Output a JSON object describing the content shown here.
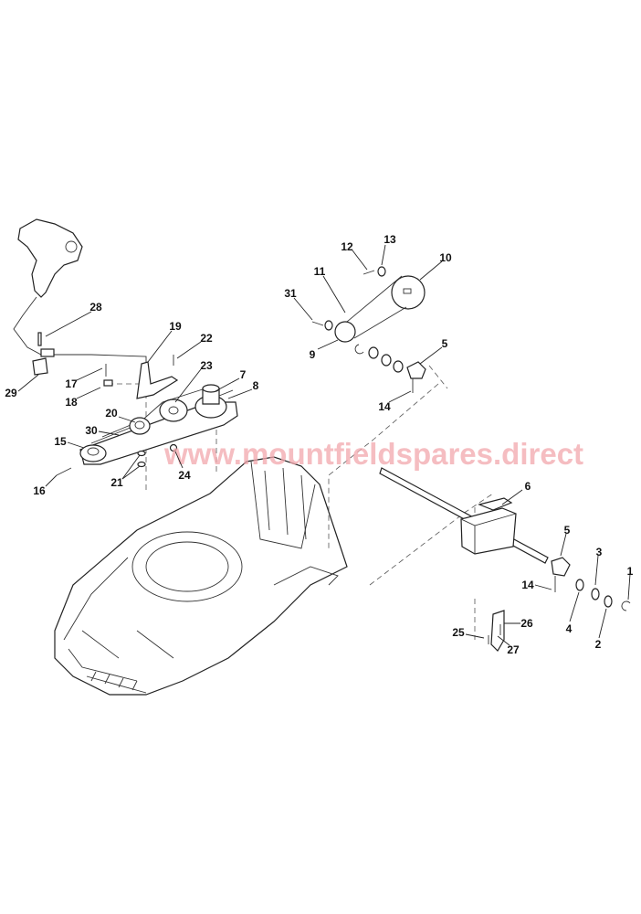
{
  "diagram": {
    "watermark": "www.mountfieldspares.direct",
    "part_labels": [
      "28",
      "19",
      "22",
      "23",
      "7",
      "17",
      "18",
      "29",
      "20",
      "30",
      "15",
      "8",
      "24",
      "21",
      "16",
      "12",
      "13",
      "10",
      "11",
      "31",
      "9",
      "5",
      "14",
      "6",
      "5",
      "3",
      "1",
      "14",
      "4",
      "2",
      "26",
      "25",
      "27"
    ]
  }
}
